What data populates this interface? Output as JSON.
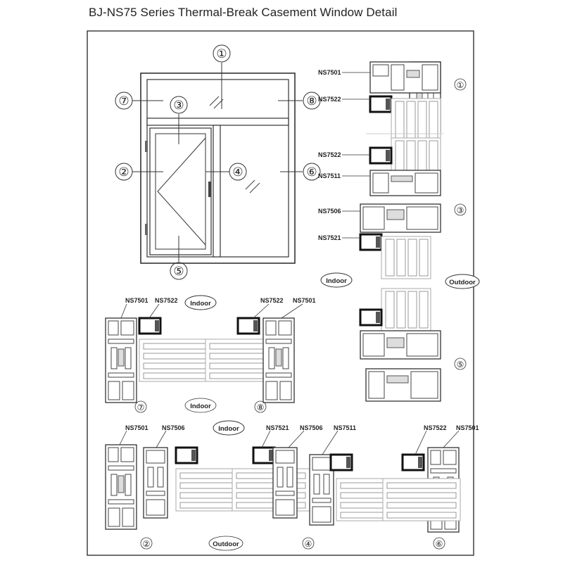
{
  "title": "BJ-NS75 Series Thermal-Break Casement Window Detail",
  "window_callouts": [
    "①",
    "②",
    "③",
    "④",
    "⑤",
    "⑦",
    "⑧",
    "⑥"
  ],
  "section_numbers": {
    "s1": "①",
    "s3": "③",
    "s5": "⑤",
    "s7": "⑦",
    "s8": "⑧",
    "s2": "②",
    "s4": "④",
    "s6": "⑥"
  },
  "right_labels": {
    "s1_a": "NS7501",
    "s1_b": "NS7522",
    "s3_a": "NS7522",
    "s3_b": "NS7511",
    "s3_c": "NS7506",
    "s3_d": "NS7521"
  },
  "section7": {
    "a": "NS7501",
    "b": "NS7522"
  },
  "section8": {
    "a": "NS7522",
    "b": "NS7501"
  },
  "section2": {
    "a": "NS7501",
    "b": "NS7506"
  },
  "section4": {
    "a": "NS7521",
    "b": "NS7506",
    "c": "NS7511"
  },
  "section6": {
    "a": "NS7522",
    "b": "NS7501"
  },
  "ovals": {
    "indoor_right": "Indoor",
    "outdoor_right": "Outdoor",
    "indoor_mid_top": "Indoor",
    "indoor_mid_bottom": "Indoor",
    "indoor_bottom_top": "Indoor",
    "outdoor_bottom": "Outdoor"
  }
}
